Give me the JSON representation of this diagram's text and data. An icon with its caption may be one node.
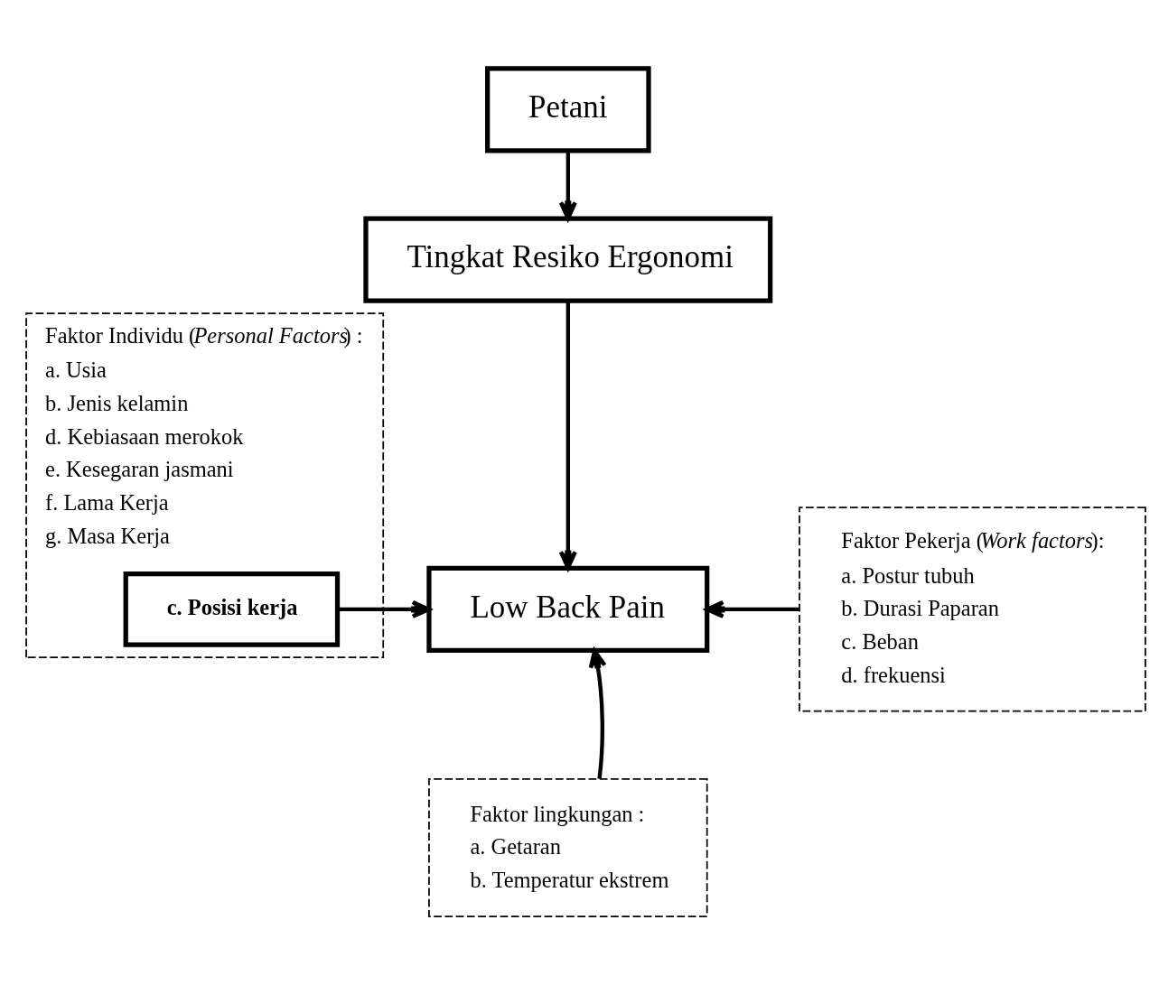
{
  "diagram": {
    "nodes": [
      {
        "text": [
          "Petani"
        ]
      },
      {
        "text": [
          "Tingkat Resiko Ergonomi"
        ]
      },
      {
        "text": [
          "Faktor Individu (*Personal Factors*) :",
          "a. Usia",
          "b. Jenis kelamin",
          "d. Kebiasaan merokok",
          "e. Kesegaran jasmani",
          "f. Lama Kerja",
          "g. Masa Kerja"
        ]
      },
      {
        "text": [
          "c. Posisi kerja"
        ],
        "in": 2
      },
      {
        "text": [
          "Low Back Pain"
        ]
      },
      {
        "text": [
          "Faktor Pekerja (*Work factors*):",
          "a. Postur tubuh",
          "b. Durasi Paparan",
          "c. Beban",
          "d. frekuensi"
        ]
      },
      {
        "text": [
          "Faktor lingkungan :",
          "a. Getaran",
          "b. Temperatur ekstrem"
        ]
      }
    ],
    "edges": [
      {
        "from": 0,
        "to": 1,
        "arrow": "to"
      },
      {
        "from": 1,
        "to": 4,
        "arrow": "to"
      },
      {
        "from": 3,
        "to": 4,
        "arrow": "to"
      },
      {
        "from": 5,
        "to": 4,
        "arrow": "to"
      },
      {
        "from": 6,
        "to": 4,
        "arrow": "to"
      }
    ]
  }
}
